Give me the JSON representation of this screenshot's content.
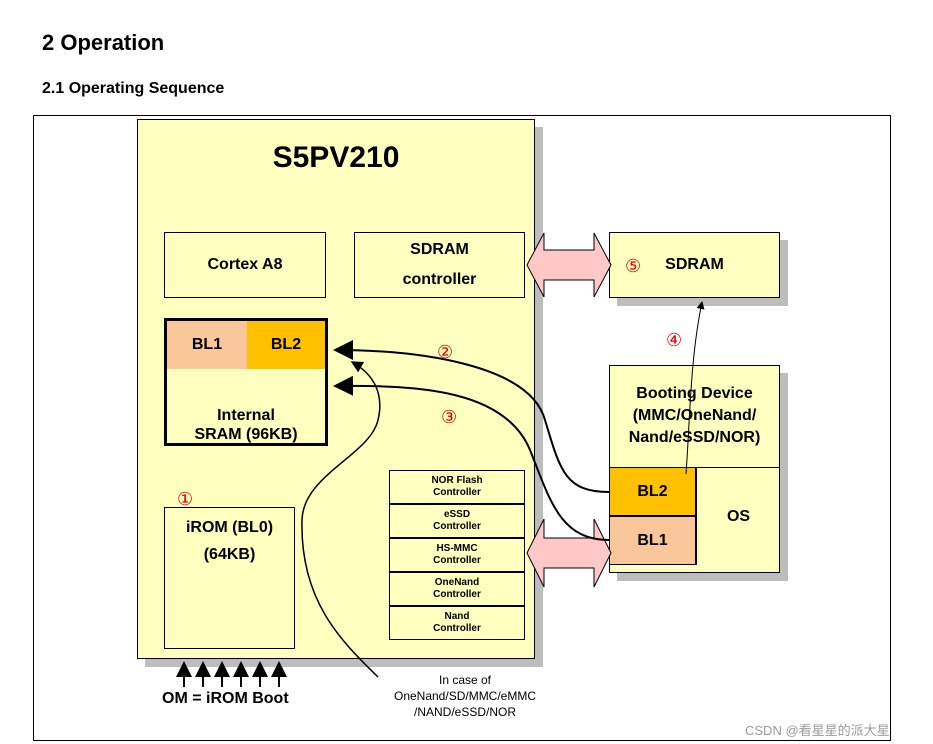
{
  "heading": "2 Operation",
  "subheading": "2.1 Operating Sequence",
  "chip": {
    "title": "S5PV210",
    "cortex": "Cortex A8",
    "sdram_ctrl_line1": "SDRAM",
    "sdram_ctrl_line2": "controller",
    "sram": {
      "bl1": "BL1",
      "bl2": "BL2",
      "line1": "Internal",
      "line2": "SRAM (96KB)"
    },
    "irom": {
      "line1": "iROM (BL0)",
      "line2": "(64KB)"
    },
    "controllers": [
      {
        "line1": "NOR Flash",
        "line2": "Controller"
      },
      {
        "line1": "eSSD",
        "line2": "Controller"
      },
      {
        "line1": "HS-MMC",
        "line2": "Controller"
      },
      {
        "line1": "OneNand",
        "line2": "Controller"
      },
      {
        "line1": "Nand",
        "line2": "Controller"
      }
    ]
  },
  "sdram": "SDRAM",
  "boot_device": {
    "line1": "Booting Device",
    "line2": "(MMC/OneNand/",
    "line3": "Nand/eSSD/NOR)",
    "bl2": "BL2",
    "bl1": "BL1",
    "os": "OS"
  },
  "steps": {
    "s1": "①",
    "s2": "②",
    "s3": "③",
    "s4": "④",
    "s5": "⑤"
  },
  "om_label": "OM = iROM Boot",
  "note": {
    "line1": "In case of",
    "line2": "OneNand/SD/MMC/eMMC",
    "line3": "/NAND/eSSD/NOR"
  },
  "watermark": "CSDN @看星星的派大星",
  "colors": {
    "box_fill": "#ffffc0",
    "bl1_fill": "#f9c79a",
    "bl2_fill": "#ffc000",
    "bus_arrow_fill": "#ffc8c8",
    "step_red": "#e00000"
  }
}
